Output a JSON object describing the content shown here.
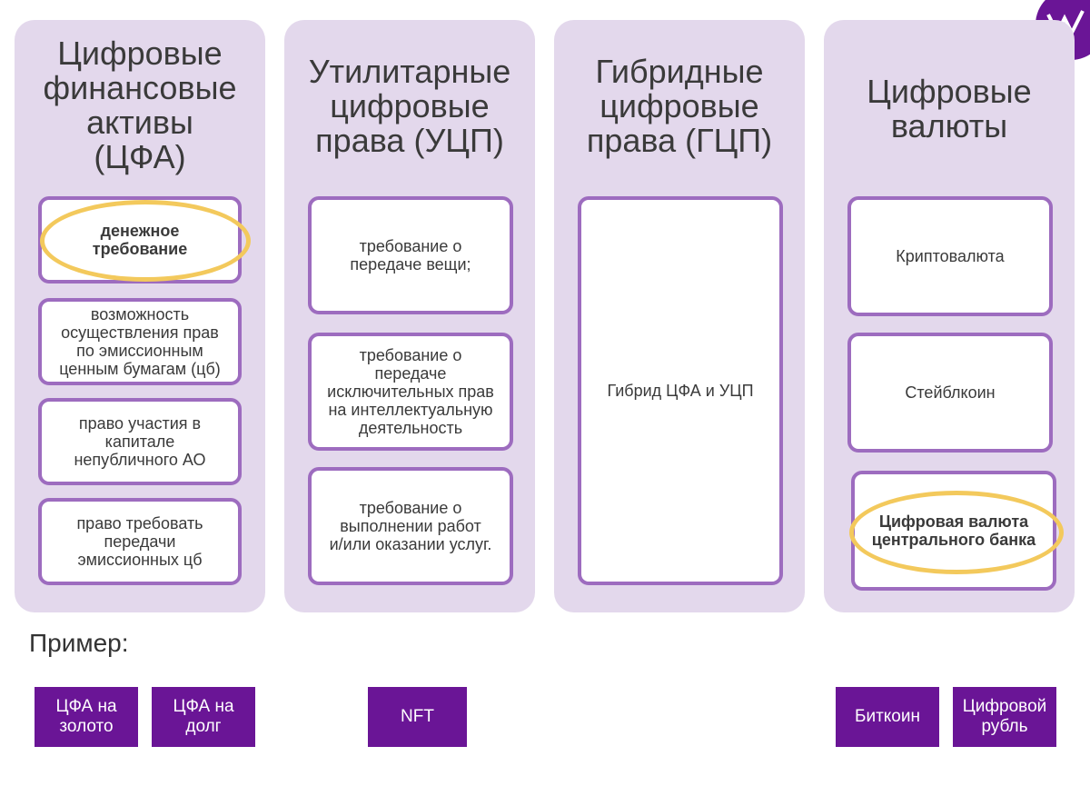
{
  "columns": [
    {
      "title": "Цифровые\nфинансовые\nактивы\n(ЦФА)",
      "items": [
        "денежное\nтребование",
        "возможность\nосуществления прав\nпо эмиссионным\nценным бумагам (цб)",
        "право участия в\nкапитале\nнепубличного АО",
        "право требовать\nпередачи\nэмиссионных цб"
      ]
    },
    {
      "title": "Утилитарные\nцифровые\nправа (УЦП)",
      "items": [
        "требование о\nпередаче вещи;",
        "требование о\nпередаче\nисключительных прав\nна интеллектуальную\nдеятельность",
        "требование о\nвыполнении работ\nи/или оказании услуг."
      ]
    },
    {
      "title": "Гибридные\nцифровые\nправа (ГЦП)",
      "items": [
        "Гибрид ЦФА и УЦП"
      ]
    },
    {
      "title": "Цифровые\nвалюты",
      "items": [
        "Криптовалюта",
        "Стейблкоин",
        "Цифровая валюта\nцентрального банка"
      ]
    }
  ],
  "example_label": "Пример:",
  "examples": [
    "ЦФА на\nзолото",
    "ЦФА на\nдолг",
    "NFT",
    "Биткоин",
    "Цифровой\nрубль"
  ],
  "colors": {
    "column_bg": "#e3d8ec",
    "card_border": "#9d6cbf",
    "highlight": "#f3c95c",
    "example_bg": "#6a1596"
  }
}
